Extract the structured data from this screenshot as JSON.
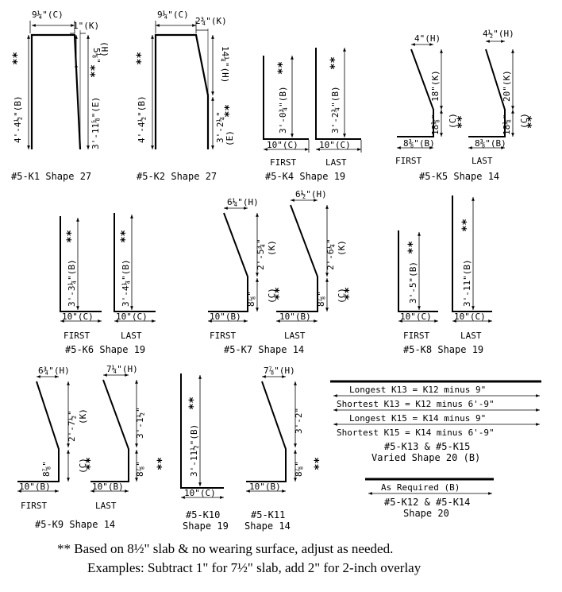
{
  "k1": {
    "title": "#5-K1 Shape 27",
    "top": "9¼\"(C)",
    "k": "1\"(K)",
    "h": "5⅛\"",
    "hk": "(H)",
    "b": "4'-4½\"(B)",
    "e": "3'-11⅝\"(E)"
  },
  "k2": {
    "title": "#5-K2 Shape 27",
    "top": "9¼\"(C)",
    "k": "2¾\"(K)",
    "h": "14¼\"(H)",
    "b": "4'-4½\"(B)",
    "e": "3'-2¼\"",
    "ek": "(E)"
  },
  "k4": {
    "title": "#5-K4 Shape 19",
    "first_b": "3'-0¾\"(B)",
    "last_b": "3'-2¾\"(B)",
    "c": "10\"(C)",
    "first": "FIRST",
    "last": "LAST"
  },
  "k5": {
    "title": "#5-K5 Shape 14",
    "first_h": "4\"(H)",
    "last_h": "4½\"(H)",
    "first_k": "18\"(K)",
    "last_k": "20\"(K)",
    "c": "18⅛\"",
    "ck": "(C)",
    "b": "8⅜\"(B)",
    "first": "FIRST",
    "last": "LAST"
  },
  "k6": {
    "title": "#5-K6 Shape 19",
    "first_b": "3'-3¼\"(B)",
    "last_b": "3'-4¼\"(B)",
    "c": "10\"(C)",
    "first": "FIRST",
    "last": "LAST"
  },
  "k7": {
    "title": "#5-K7 Shape 14",
    "first_h": "6¼\"(H)",
    "last_h": "6½\"(H)",
    "first_k": "2'-5¾\"",
    "last_k": "2'-6¼\"",
    "kk": "(K)",
    "c": "8⅞\"",
    "ck": "(C)",
    "b": "10\"(B)",
    "first": "FIRST",
    "last": "LAST"
  },
  "k8": {
    "title": "#5-K8 Shape 19",
    "first_b": "3'-5\"(B)",
    "last_b": "3'-11\"(B)",
    "c": "10\"(C)",
    "first": "FIRST",
    "last": "LAST"
  },
  "k9": {
    "title": "#5-K9 Shape 14",
    "first_h": "6¾\"(H)",
    "last_h": "7¼\"(H)",
    "first_k": "2'-7½\"",
    "last_k": "3'-1½\"",
    "kk": "(K)",
    "c": "8⅞\"",
    "ck": "(C)",
    "b": "10\"(B)",
    "first": "FIRST",
    "last": "LAST"
  },
  "k10": {
    "title1": "#5-K10",
    "title2": "Shape 19",
    "b": "3'-11½\"(B)",
    "c": "10\"(C)"
  },
  "k11": {
    "title1": "#5-K11",
    "title2": "Shape 14",
    "h": "7⅞\"(H)",
    "k": "3'-2\"",
    "kk": "(K)",
    "c": "8⅞\"",
    "ck": "(C)",
    "b": "10\"(B)"
  },
  "k13": {
    "rows": [
      "Longest K13 = K12 minus 9\"",
      "Shortest K13 = K12 minus 6'-9\"",
      "Longest K15 = K14 minus 9\"",
      "Shortest K15 = K14 minus 6'-9\""
    ],
    "title1": "#5-K13 & #5-K15",
    "title2": "Varied Shape 20 (B)"
  },
  "k12": {
    "box": "As Required (B)",
    "title1": "#5-K12 & #5-K14",
    "title2": "Shape 20"
  },
  "asterisk": "**",
  "notes": {
    "line1": "** Based on 8½\" slab & no wearing surface, adjust as needed.",
    "line2": "Examples: Subtract 1\" for 7½\" slab, add 2\" for 2-inch overlay"
  }
}
